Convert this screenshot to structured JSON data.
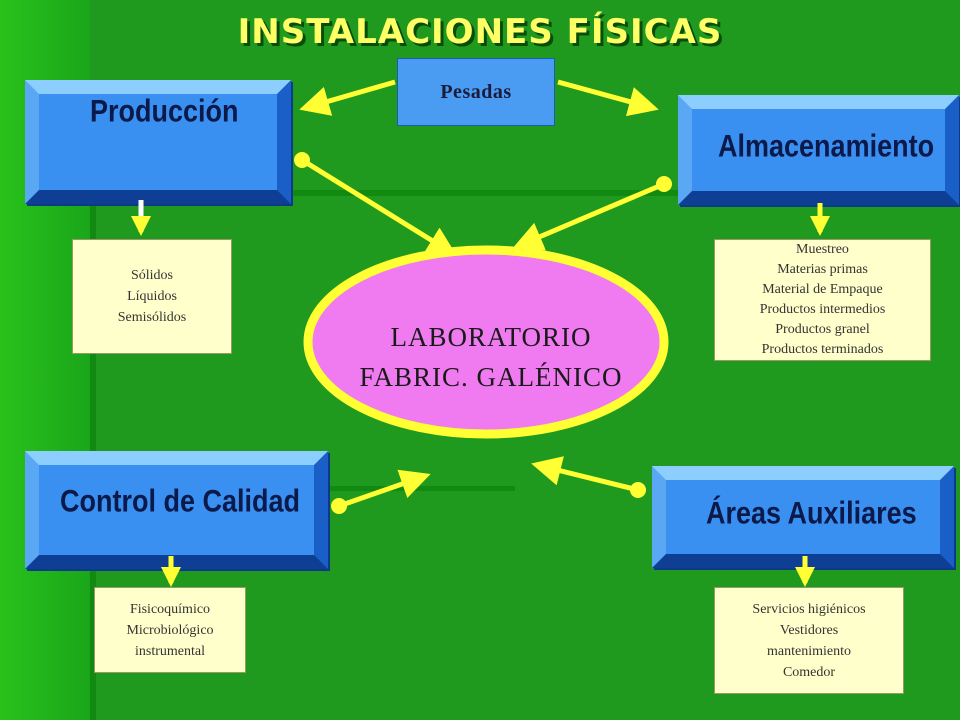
{
  "title": "INSTALACIONES FÍSICAS",
  "pesadas": "Pesadas",
  "center": {
    "line1": "LABORATORIO",
    "line2": "FABRIC. GALÉNICO"
  },
  "boxes": {
    "produccion": "Producción",
    "almacenamiento": "Almacenamiento",
    "control": "Control de Calidad",
    "auxiliares": "Áreas Auxiliares"
  },
  "notes": {
    "produccion": [
      "Sólidos",
      "Líquidos",
      "Semisólidos"
    ],
    "almacenamiento": [
      "Muestreo",
      "Materias primas",
      "Material de Empaque",
      "Productos intermedios",
      "Productos granel",
      "Productos terminados"
    ],
    "control": [
      "Fisicoquímico",
      "Microbiológico",
      "instrumental"
    ],
    "auxiliares": [
      "Servicios higiénicos",
      "Vestidores",
      "mantenimiento",
      "Comedor"
    ]
  },
  "colors": {
    "background": "#1f9a1f",
    "box_blue": "#3a90f0",
    "ellipse_fill": "#f07af0",
    "ellipse_border": "#ffff33",
    "arrow_yellow": "#ffff33",
    "note_fill": "#ffffcc",
    "title": "#ffff66"
  }
}
